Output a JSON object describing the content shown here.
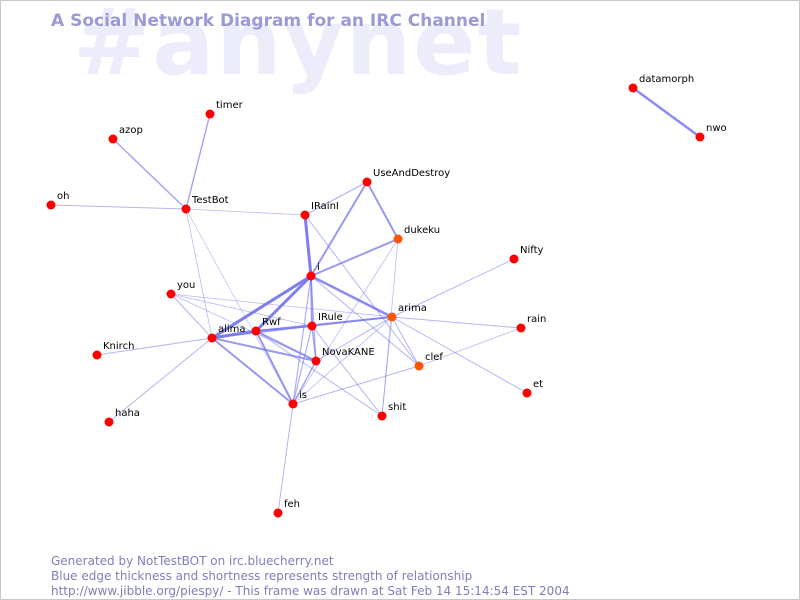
{
  "watermark": "#anynet",
  "title": "A Social Network Diagram for an IRC Channel",
  "footer": {
    "line1": "Generated by NotTestBOT on irc.bluecherry.net",
    "line2": "Blue edge thickness and shortness represents strength of relationship",
    "line3": "http://www.jibble.org/piespy/ - This frame was drawn at Sat Feb 14 15:14:54 EST 2004"
  },
  "colors": {
    "node": "#ff0000",
    "node_orange": "#ff5500",
    "edge": "#7777ee",
    "title": "#9a9ad6",
    "watermark": "#ececfb",
    "footer": "#7f7fb8"
  },
  "nodes": [
    {
      "id": "timer",
      "label": "timer"
    },
    {
      "id": "azop",
      "label": "azop"
    },
    {
      "id": "oh",
      "label": "oh"
    },
    {
      "id": "TestBot",
      "label": "TestBot"
    },
    {
      "id": "UseAndDestroy",
      "label": "UseAndDestroy"
    },
    {
      "id": "IRainI",
      "label": "IRainI"
    },
    {
      "id": "dukeku",
      "label": "dukeku",
      "color": "orange"
    },
    {
      "id": "i",
      "label": "i"
    },
    {
      "id": "Nifty",
      "label": "Nifty"
    },
    {
      "id": "you",
      "label": "you"
    },
    {
      "id": "arima",
      "label": "arima",
      "color": "orange"
    },
    {
      "id": "Rwf",
      "label": "Rwf"
    },
    {
      "id": "IRule",
      "label": "IRule"
    },
    {
      "id": "alima",
      "label": "alima"
    },
    {
      "id": "rain",
      "label": "rain"
    },
    {
      "id": "Knirch",
      "label": "Knirch"
    },
    {
      "id": "NovaKANE",
      "label": "NovaKANE"
    },
    {
      "id": "clef",
      "label": "clef",
      "color": "orange"
    },
    {
      "id": "et",
      "label": "et"
    },
    {
      "id": "is",
      "label": "is"
    },
    {
      "id": "shit",
      "label": "shit"
    },
    {
      "id": "haha",
      "label": "haha"
    },
    {
      "id": "feh",
      "label": "feh"
    },
    {
      "id": "datamorph",
      "label": "datamorph"
    },
    {
      "id": "nwo",
      "label": "nwo"
    }
  ],
  "edges": [
    {
      "source": "timer",
      "target": "TestBot",
      "weight": 1.5
    },
    {
      "source": "azop",
      "target": "TestBot",
      "weight": 1.5
    },
    {
      "source": "oh",
      "target": "TestBot",
      "weight": 1
    },
    {
      "source": "TestBot",
      "target": "IRainI",
      "weight": 0.8
    },
    {
      "source": "TestBot",
      "target": "alima",
      "weight": 0.8
    },
    {
      "source": "TestBot",
      "target": "is",
      "weight": 0.7
    },
    {
      "source": "UseAndDestroy",
      "target": "IRainI",
      "weight": 1.2
    },
    {
      "source": "UseAndDestroy",
      "target": "dukeku",
      "weight": 2
    },
    {
      "source": "UseAndDestroy",
      "target": "i",
      "weight": 2
    },
    {
      "source": "IRainI",
      "target": "i",
      "weight": 3
    },
    {
      "source": "IRainI",
      "target": "clef",
      "weight": 1
    },
    {
      "source": "dukeku",
      "target": "i",
      "weight": 2
    },
    {
      "source": "dukeku",
      "target": "is",
      "weight": 0.8
    },
    {
      "source": "dukeku",
      "target": "shit",
      "weight": 0.8
    },
    {
      "source": "i",
      "target": "alima",
      "weight": 3
    },
    {
      "source": "i",
      "target": "Rwf",
      "weight": 3
    },
    {
      "source": "i",
      "target": "IRule",
      "weight": 2
    },
    {
      "source": "i",
      "target": "arima",
      "weight": 2.5
    },
    {
      "source": "i",
      "target": "NovaKANE",
      "weight": 1.2
    },
    {
      "source": "i",
      "target": "is",
      "weight": 1.2
    },
    {
      "source": "i",
      "target": "clef",
      "weight": 1
    },
    {
      "source": "Nifty",
      "target": "arima",
      "weight": 1
    },
    {
      "source": "you",
      "target": "IRule",
      "weight": 0.8
    },
    {
      "source": "you",
      "target": "alima",
      "weight": 1
    },
    {
      "source": "you",
      "target": "arima",
      "weight": 0.8
    },
    {
      "source": "you",
      "target": "NovaKANE",
      "weight": 0.8
    },
    {
      "source": "arima",
      "target": "Rwf",
      "weight": 2
    },
    {
      "source": "arima",
      "target": "IRule",
      "weight": 1.5
    },
    {
      "source": "arima",
      "target": "rain",
      "weight": 1
    },
    {
      "source": "arima",
      "target": "et",
      "weight": 1
    },
    {
      "source": "arima",
      "target": "clef",
      "weight": 1
    },
    {
      "source": "arima",
      "target": "shit",
      "weight": 0.8
    },
    {
      "source": "arima",
      "target": "NovaKANE",
      "weight": 1
    },
    {
      "source": "arima",
      "target": "is",
      "weight": 0.8
    },
    {
      "source": "alima",
      "target": "Rwf",
      "weight": 3
    },
    {
      "source": "alima",
      "target": "IRule",
      "weight": 1.5
    },
    {
      "source": "alima",
      "target": "NovaKANE",
      "weight": 2
    },
    {
      "source": "alima",
      "target": "is",
      "weight": 2
    },
    {
      "source": "alima",
      "target": "Knirch",
      "weight": 1
    },
    {
      "source": "alima",
      "target": "haha",
      "weight": 1
    },
    {
      "source": "Rwf",
      "target": "IRule",
      "weight": 2
    },
    {
      "source": "Rwf",
      "target": "NovaKANE",
      "weight": 2
    },
    {
      "source": "Rwf",
      "target": "is",
      "weight": 2
    },
    {
      "source": "Rwf",
      "target": "shit",
      "weight": 1
    },
    {
      "source": "IRule",
      "target": "NovaKANE",
      "weight": 1.5
    },
    {
      "source": "IRule",
      "target": "is",
      "weight": 1.2
    },
    {
      "source": "IRule",
      "target": "shit",
      "weight": 1
    },
    {
      "source": "NovaKANE",
      "target": "is",
      "weight": 1.5
    },
    {
      "source": "clef",
      "target": "rain",
      "weight": 0.8
    },
    {
      "source": "clef",
      "target": "is",
      "weight": 1
    },
    {
      "source": "is",
      "target": "feh",
      "weight": 1
    },
    {
      "source": "datamorph",
      "target": "nwo",
      "weight": 2.5
    }
  ]
}
